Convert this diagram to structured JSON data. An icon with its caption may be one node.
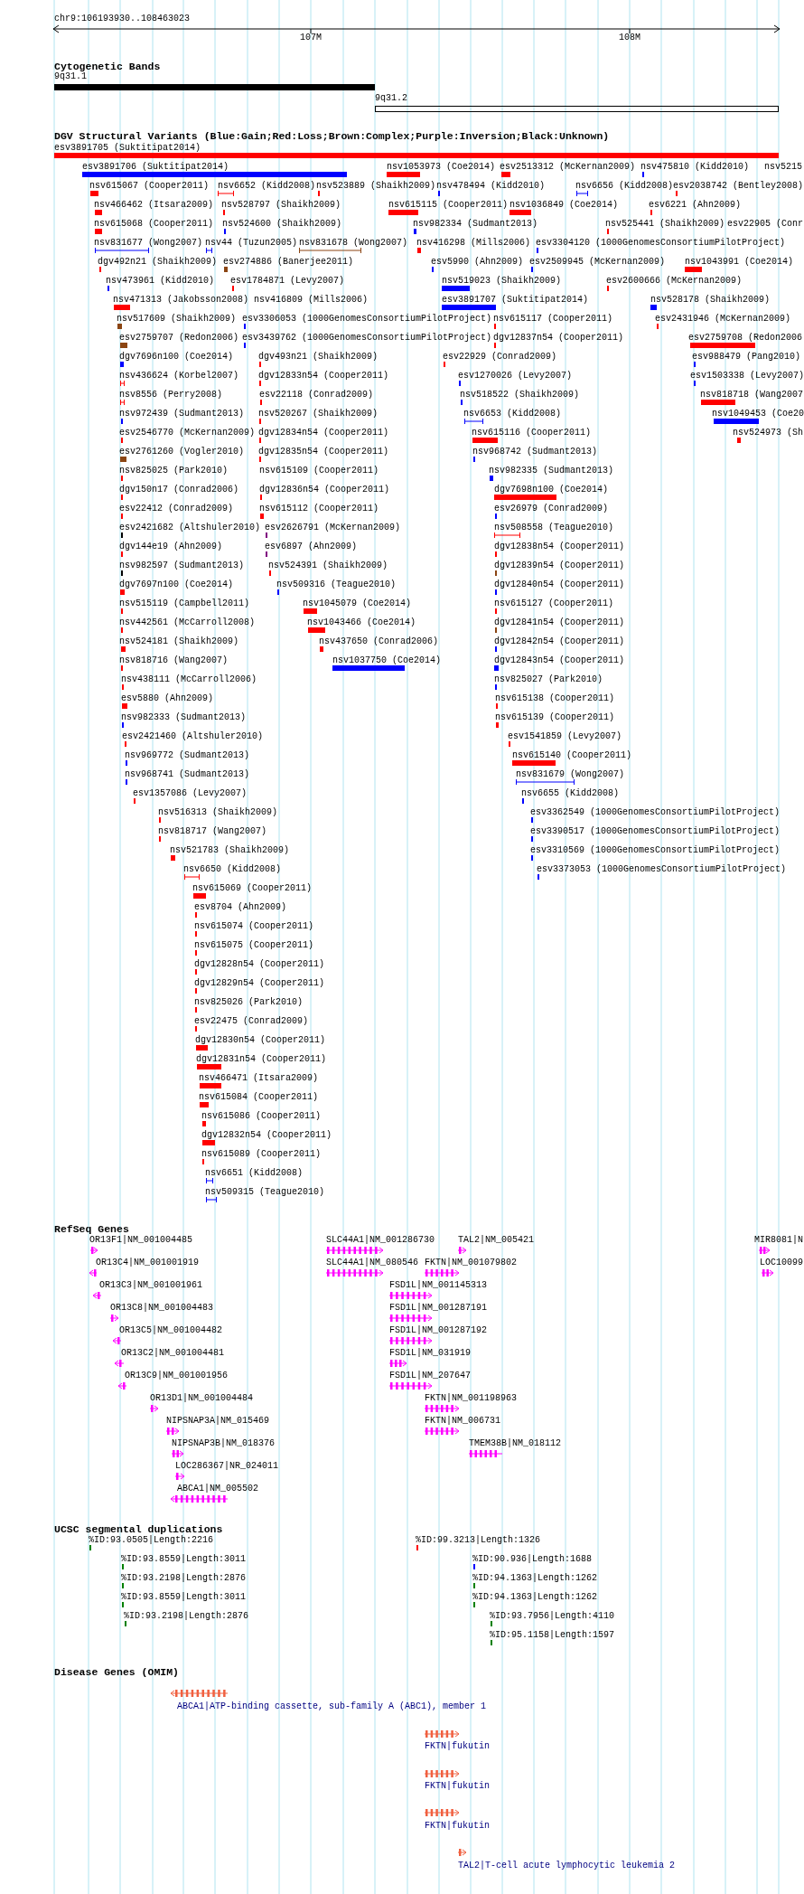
{
  "diagram": {
    "labels": [
      "chr9:106193930..108463023",
      "107M",
      "108M",
      "Cytogenetic Bands",
      "9q31.1",
      "9q31.2",
      "DGV Structural Variants (Blue:Gain;Red:Loss;Brown:Complex;Purple:Inversion;Black:Unknown)",
      "esv3891705 (Suktitipat2014)",
      "esv3891706 (Suktitipat2014)",
      "nsv1053973 (Coe2014)",
      "esv2513312 (McKernan2009)",
      "nsv475810 (Kidd2010)",
      "nsv5215",
      "nsv615067 (Cooper2011)",
      "nsv6652 (Kidd2008)",
      "nsv523889 (Shaikh2009)",
      "nsv478494 (Kidd2010)",
      "nsv6656 (Kidd2008)",
      "esv2038742 (Bentley2008)",
      "nsv466462 (Itsara2009)",
      "nsv528797 (Shaikh2009)",
      "nsv615115 (Cooper2011)",
      "nsv1036849 (Coe2014)",
      "esv6221 (Ahn2009)",
      "nsv615068 (Cooper2011)",
      "nsv524600 (Shaikh2009)",
      "nsv982334 (Sudmant2013)",
      "nsv525441 (Shaikh2009)",
      "esv22905 (Conr",
      "nsv831677 (Wong2007)",
      "nsv44 (Tuzun2005)",
      "nsv831678 (Wong2007)",
      "nsv416298 (Mills2006)",
      "esv3304120 (1000GenomesConsortiumPilotProject)",
      "dgv492n21 (Shaikh2009)",
      "esv274886 (Banerjee2011)",
      "esv5990 (Ahn2009)",
      "esv2509945 (McKernan2009)",
      "nsv1043991 (Coe2014)",
      "nsv473961 (Kidd2010)",
      "esv1784871 (Levy2007)",
      "nsv519023 (Shaikh2009)",
      "esv2600666 (McKernan2009)",
      "nsv471313 (Jakobsson2008)",
      "nsv416809 (Mills2006)",
      "esv3891707 (Suktitipat2014)",
      "nsv528178 (Shaikh2009)",
      "nsv517609 (Shaikh2009)",
      "esv3306053 (1000GenomesConsortiumPilotProject)",
      "nsv615117 (Cooper2011)",
      "esv2431946 (McKernan2009)",
      "esv2759707 (Redon2006)",
      "esv3439762 (1000GenomesConsortiumPilotProject)",
      "dgv12837n54 (Cooper2011)",
      "esv2759708 (Redon2006",
      "dgv7696n100 (Coe2014)",
      "dgv493n21 (Shaikh2009)",
      "esv22929 (Conrad2009)",
      "esv988479 (Pang2010)",
      "nsv436624 (Korbel2007)",
      "dgv12833n54 (Cooper2011)",
      "esv1270026 (Levy2007)",
      "esv1503338 (Levy2007)",
      "nsv8556 (Perry2008)",
      "esv22118 (Conrad2009)",
      "nsv518522 (Shaikh2009)",
      "nsv818718 (Wang2007",
      "nsv972439 (Sudmant2013)",
      "nsv520267 (Shaikh2009)",
      "nsv6653 (Kidd2008)",
      "nsv1049453 (Coe20",
      "esv2546770 (McKernan2009)",
      "dgv12834n54 (Cooper2011)",
      "nsv615116 (Cooper2011)",
      "nsv524973 (Sh",
      "esv2761260 (Vogler2010)",
      "dgv12835n54 (Cooper2011)",
      "nsv968742 (Sudmant2013)",
      "nsv825025 (Park2010)",
      "nsv615109 (Cooper2011)",
      "nsv982335 (Sudmant2013)",
      "dgv150n17 (Conrad2006)",
      "dgv12836n54 (Cooper2011)",
      "dgv7698n100 (Coe2014)",
      "esv22412 (Conrad2009)",
      "nsv615112 (Cooper2011)",
      "esv26979 (Conrad2009)",
      "esv2421682 (Altshuler2010)",
      "esv2626791 (McKernan2009)",
      "nsv508558 (Teague2010)",
      "dgv144e19 (Ahn2009)",
      "esv6897 (Ahn2009)",
      "dgv12838n54 (Cooper2011)",
      "nsv982597 (Sudmant2013)",
      "nsv524391 (Shaikh2009)",
      "dgv12839n54 (Cooper2011)",
      "dgv7697n100 (Coe2014)",
      "nsv509316 (Teague2010)",
      "dgv12840n54 (Cooper2011)",
      "nsv515119 (Campbell2011)",
      "nsv1045079 (Coe2014)",
      "nsv615127 (Cooper2011)",
      "nsv442561 (McCarroll2008)",
      "nsv1043466 (Coe2014)",
      "dgv12841n54 (Cooper2011)",
      "nsv524181 (Shaikh2009)",
      "nsv437650 (Conrad2006)",
      "dgv12842n54 (Cooper2011)",
      "nsv818716 (Wang2007)",
      "nsv1037750 (Coe2014)",
      "dgv12843n54 (Cooper2011)",
      "nsv438111 (McCarroll2006)",
      "nsv825027 (Park2010)",
      "esv5880 (Ahn2009)",
      "nsv615138 (Cooper2011)",
      "nsv982333 (Sudmant2013)",
      "nsv615139 (Cooper2011)",
      "esv2421460 (Altshuler2010)",
      "esv1541859 (Levy2007)",
      "nsv969772 (Sudmant2013)",
      "nsv615140 (Cooper2011)",
      "nsv968741 (Sudmant2013)",
      "nsv831679 (Wong2007)",
      "esv1357086 (Levy2007)",
      "nsv6655 (Kidd2008)",
      "nsv516313 (Shaikh2009)",
      "esv3362549 (1000GenomesConsortiumPilotProject)",
      "nsv818717 (Wang2007)",
      "esv3390517 (1000GenomesConsortiumPilotProject)",
      "nsv521783 (Shaikh2009)",
      "esv3310569 (1000GenomesConsortiumPilotProject)",
      "nsv6650 (Kidd2008)",
      "esv3373053 (1000GenomesConsortiumPilotProject)",
      "nsv615069 (Cooper2011)",
      "esv8704 (Ahn2009)",
      "nsv615074 (Cooper2011)",
      "nsv615075 (Cooper2011)",
      "dgv12828n54 (Cooper2011)",
      "dgv12829n54 (Cooper2011)",
      "nsv825026 (Park2010)",
      "esv22475 (Conrad2009)",
      "dgv12830n54 (Cooper2011)",
      "dgv12831n54 (Cooper2011)",
      "nsv466471 (Itsara2009)",
      "nsv615084 (Cooper2011)",
      "nsv615086 (Cooper2011)",
      "dgv12832n54 (Cooper2011)",
      "nsv615089 (Cooper2011)",
      "nsv6651 (Kidd2008)",
      "nsv509315 (Teague2010)",
      "RefSeq Genes",
      "OR13F1|NM_001004485",
      "SLC44A1|NM_001286730",
      "TAL2|NM_005421",
      "MIR8081|N",
      "OR13C4|NM_001001919",
      "SLC44A1|NM_080546",
      "FKTN|NM_001079802",
      "LOC10099",
      "OR13C3|NM_001001961",
      "FSD1L|NM_001145313",
      "OR13C8|NM_001004483",
      "FSD1L|NM_001287191",
      "OR13C5|NM_001004482",
      "FSD1L|NM_001287192",
      "OR13C2|NM_001004481",
      "FSD1L|NM_031919",
      "OR13C9|NM_001001956",
      "FSD1L|NM_207647",
      "OR13D1|NM_001004484",
      "FKTN|NM_001198963",
      "NIPSNAP3A|NM_015469",
      "FKTN|NM_006731",
      "NIPSNAP3B|NM_018376",
      "TMEM38B|NM_018112",
      "LOC286367|NR_024011",
      "ABCA1|NM_005502",
      "UCSC segmental duplications",
      "%ID:93.0505|Length:2216",
      "%ID:99.3213|Length:1326",
      "%ID:93.8559|Length:3011",
      "%ID:90.936|Length:1688",
      "%ID:93.2198|Length:2876",
      "%ID:94.1363|Length:1262",
      "%ID:93.8559|Length:3011",
      "%ID:94.1363|Length:1262",
      "%ID:93.2198|Length:2876",
      "%ID:93.7956|Length:4110",
      "%ID:95.1158|Length:1597",
      "Disease Genes (OMIM)",
      "ABCA1|ATP-binding cassette, sub-family A (ABC1), member 1",
      "FKTN|fukutin",
      "FKTN|fukutin",
      "FKTN|fukutin",
      "TAL2|T-cell acute lymphocytic leukemia 2"
    ]
  }
}
